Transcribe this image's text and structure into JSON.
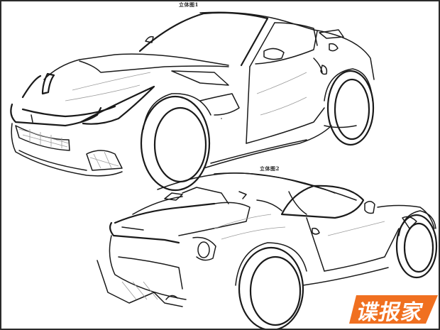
{
  "figures": [
    {
      "caption": "立体图1",
      "view": "front-three-quarter perspective sketch of sports car"
    },
    {
      "caption": "立体图2",
      "view": "rear-three-quarter perspective sketch of sports car"
    }
  ],
  "watermark": {
    "text": "谍报家",
    "color": "#f07020"
  },
  "colors": {
    "border": "#2b2b2b",
    "line": "#1a1a1a",
    "background": "#ffffff"
  }
}
